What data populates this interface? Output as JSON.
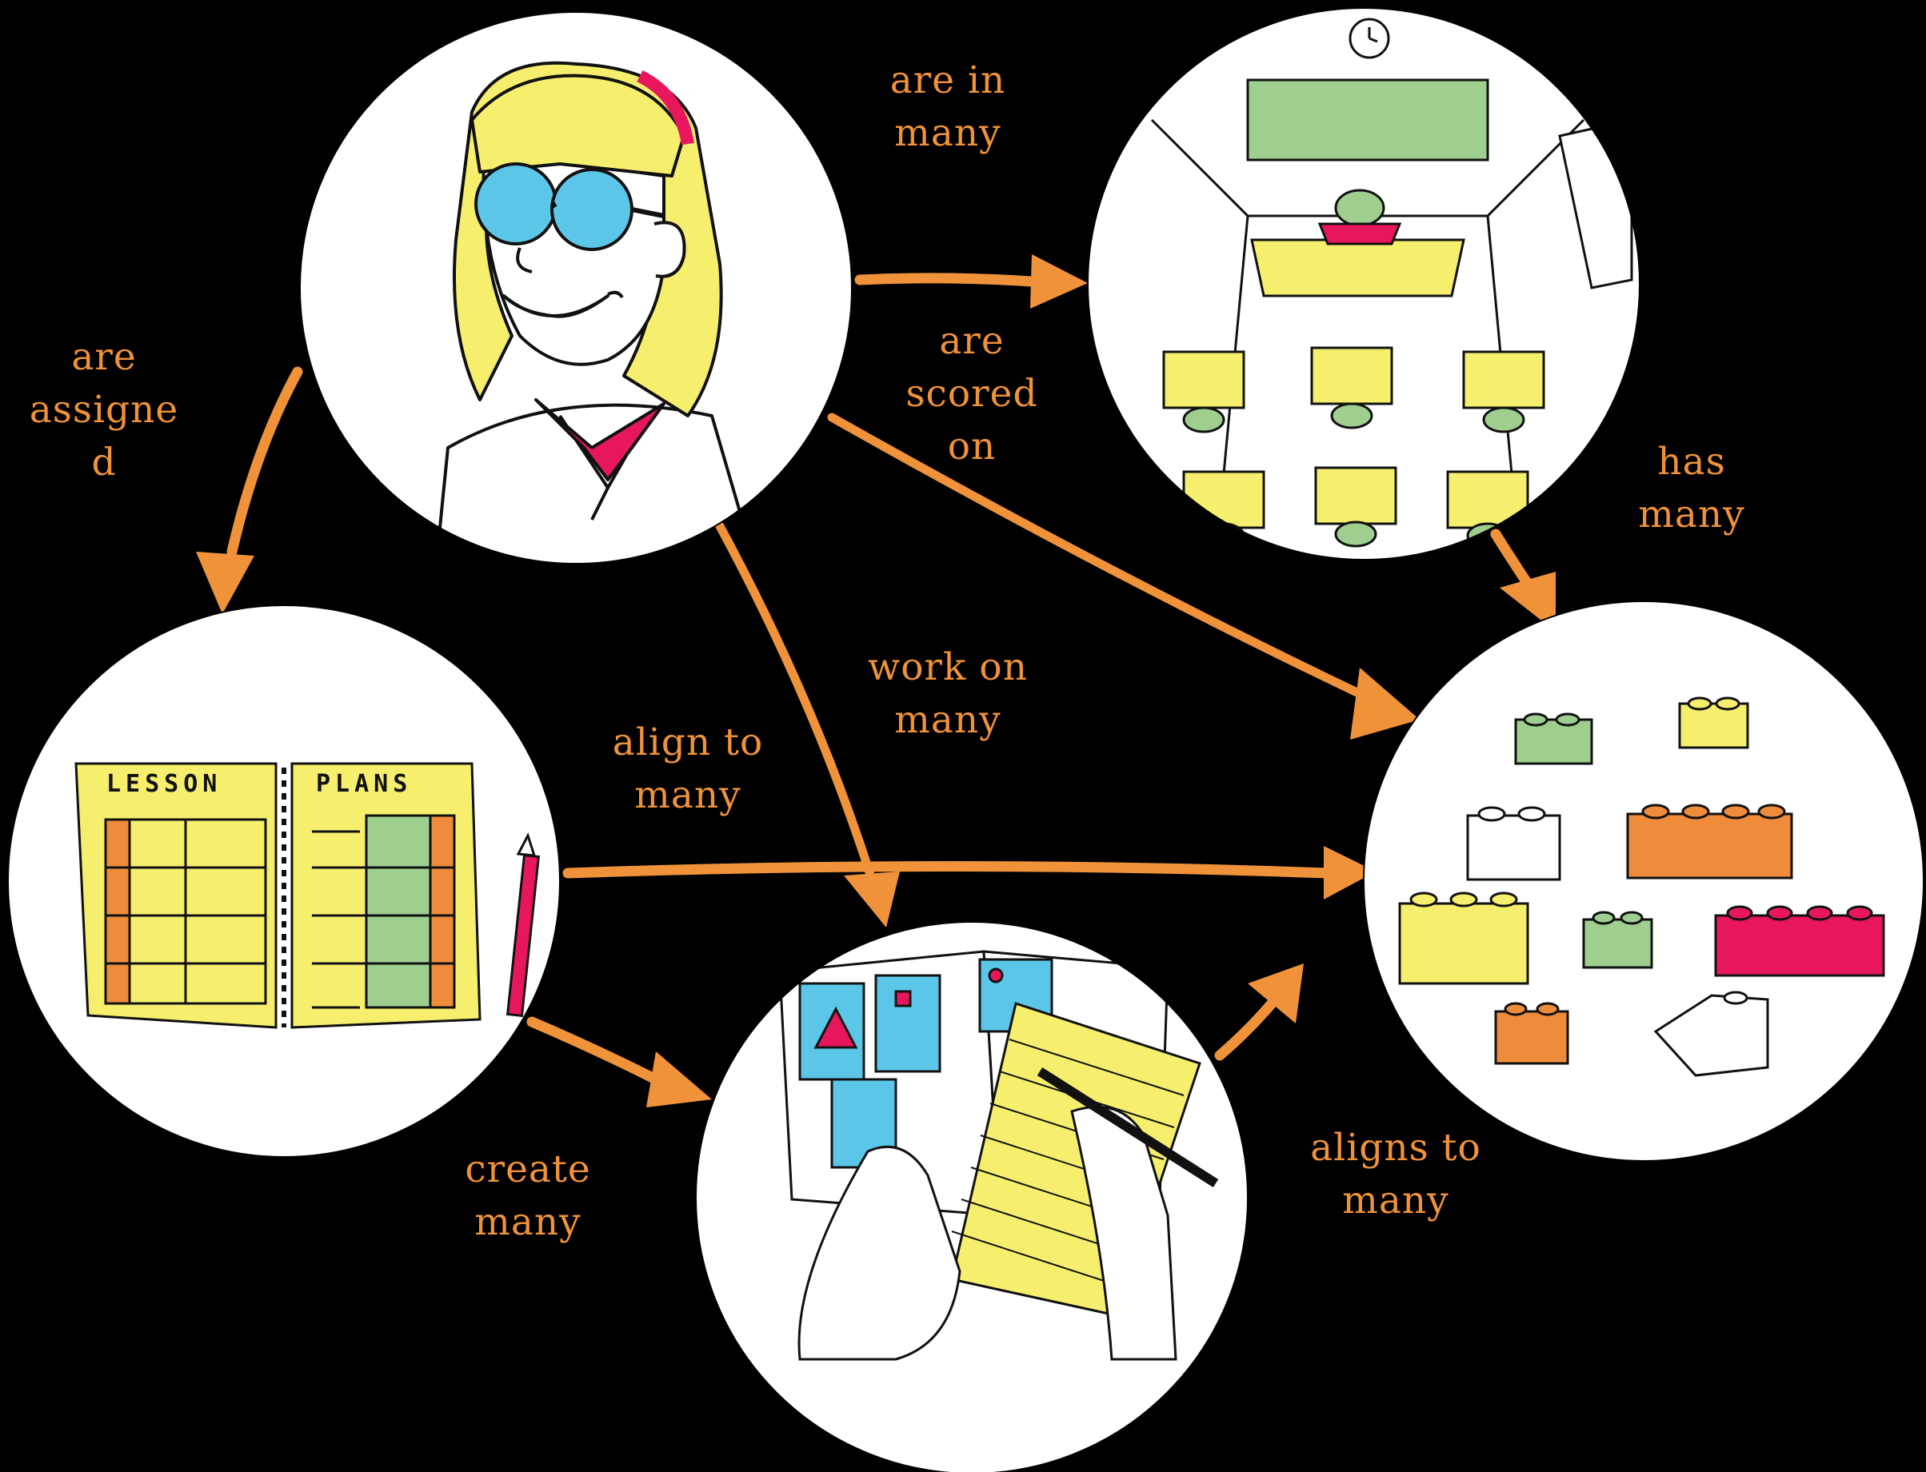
{
  "diagram": {
    "nodes": [
      {
        "id": "student",
        "icon": "student-girl-with-glasses-illustration"
      },
      {
        "id": "classroom",
        "icon": "classroom-top-view-illustration"
      },
      {
        "id": "lesson-plans",
        "icon": "lesson-plans-notebook-illustration",
        "heading_left": "LESSON",
        "heading_right": "PLANS"
      },
      {
        "id": "assignments",
        "icon": "homework-worksheet-illustration"
      },
      {
        "id": "standards",
        "icon": "building-blocks-illustration"
      }
    ],
    "edges": [
      {
        "id": "are-in-many",
        "from": "student",
        "to": "classroom",
        "lines": [
          "are in",
          "many"
        ]
      },
      {
        "id": "are-assigned",
        "from": "student",
        "to": "lesson-plans",
        "lines": [
          "are",
          "assigne",
          "d"
        ]
      },
      {
        "id": "are-scored-on",
        "from": "student",
        "to": "standards",
        "lines": [
          "are",
          "scored",
          "on"
        ]
      },
      {
        "id": "work-on-many",
        "from": "student",
        "to": "assignments",
        "lines": [
          "work on",
          "many"
        ]
      },
      {
        "id": "has-many",
        "from": "classroom",
        "to": "standards",
        "lines": [
          "has",
          "many"
        ]
      },
      {
        "id": "align-to-many",
        "from": "lesson-plans",
        "to": "standards",
        "lines": [
          "align to",
          "many"
        ]
      },
      {
        "id": "create-many",
        "from": "lesson-plans",
        "to": "assignments",
        "lines": [
          "create",
          "many"
        ]
      },
      {
        "id": "aligns-to-many",
        "from": "assignments",
        "to": "standards",
        "lines": [
          "aligns to",
          "many"
        ]
      }
    ]
  },
  "colors": {
    "background": "#000000",
    "label": "#f0923a",
    "arrow": "#f0923a",
    "yellow": "#f6ef6e",
    "green": "#9fcf8f",
    "pink": "#e8175d",
    "orange": "#ef8c3c",
    "blue": "#5cc6e8"
  }
}
